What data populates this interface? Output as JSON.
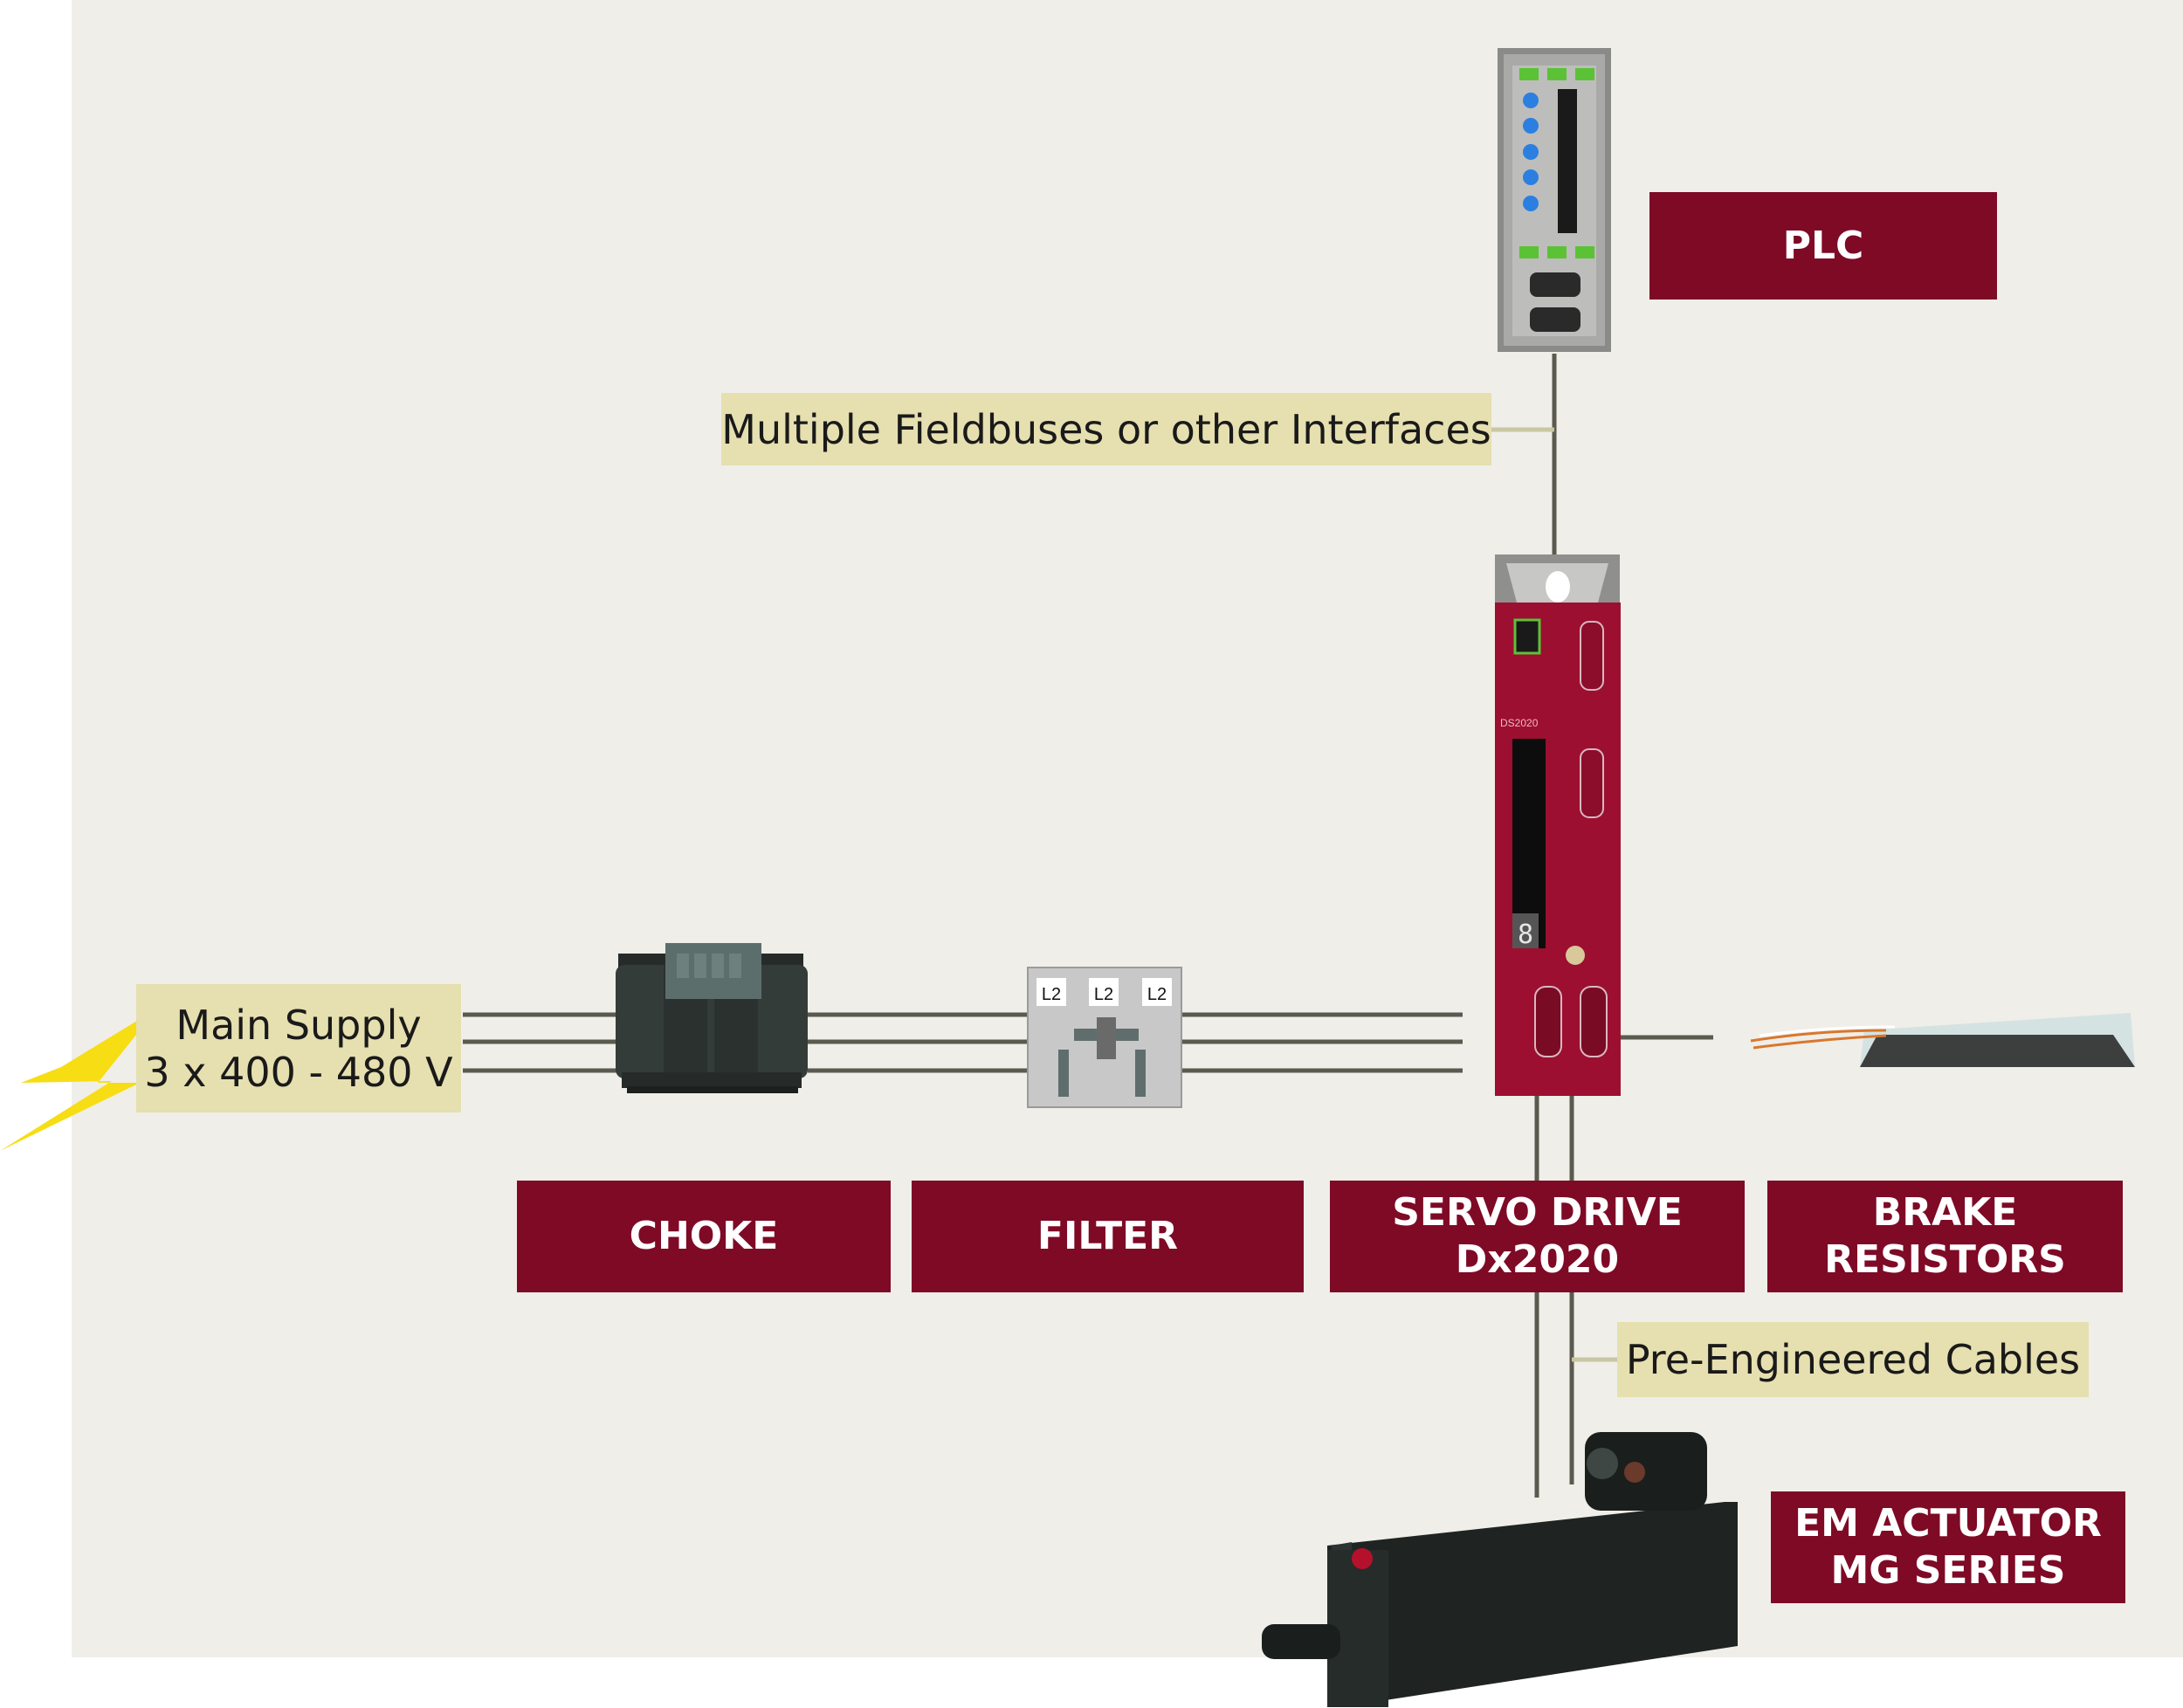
{
  "labels": {
    "plc": "PLC",
    "choke": "CHOKE",
    "filter": "FILTER",
    "servo_drive": "SERVO DRIVE\nDx2020",
    "brake_resistors": "BRAKE\nRESISTORS",
    "actuator": "EM ACTUATOR\nMG SERIES"
  },
  "notes": {
    "fieldbus": "Multiple Fieldbuses or other Interfaces",
    "main_supply": "Main Supply\n3 x 400  - 480 V",
    "cables": "Pre-Engineered Cables"
  },
  "filter_terminals": [
    "L2",
    "L2",
    "L2"
  ],
  "drive_model": "DS2020",
  "drive_display_digit": "8",
  "colors": {
    "label_bg": "#7e0a26",
    "note_bg": "#e6dfb0",
    "panel_bg": "#efeee9",
    "wire": "#5a5a4e",
    "lightning": "#f7dd13"
  }
}
